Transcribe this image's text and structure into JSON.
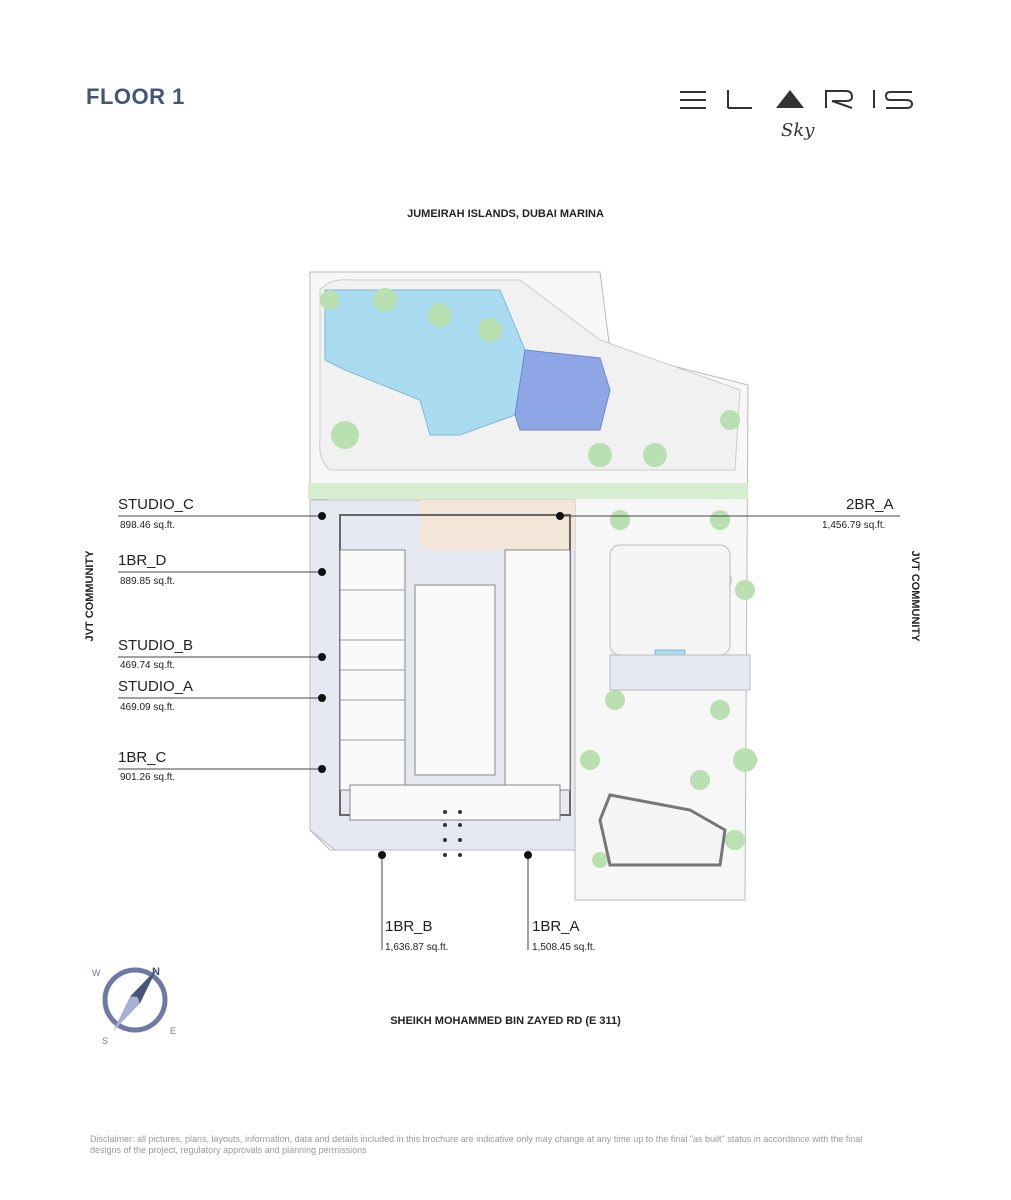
{
  "floor_title": "FLOOR 1",
  "logo": {
    "wordmark": "ELARIS",
    "tagline": "Sky"
  },
  "roads": {
    "top": "JUMEIRAH ISLANDS, DUBAI MARINA",
    "bottom": "SHEIKH MOHAMMED BIN ZAYED RD (E 311)",
    "left": "JVT COMMUNITY",
    "right": "JVT COMMUNITY"
  },
  "units": {
    "studio_c": {
      "name": "STUDIO_C",
      "area": "898.46 sq.ft."
    },
    "br1_d": {
      "name": "1BR_D",
      "area": "889.85 sq.ft."
    },
    "studio_b": {
      "name": "STUDIO_B",
      "area": "469.74 sq.ft."
    },
    "studio_a": {
      "name": "STUDIO_A",
      "area": "469.09 sq.ft."
    },
    "br1_c": {
      "name": "1BR_C",
      "area": "901.26 sq.ft."
    },
    "br2_a": {
      "name": "2BR_A",
      "area": "1,456.79 sq.ft."
    },
    "br1_b": {
      "name": "1BR_B",
      "area": "1,636.87 sq.ft."
    },
    "br1_a": {
      "name": "1BR_A",
      "area": "1,508.45 sq.ft."
    }
  },
  "compass": {
    "n": "N",
    "e": "E",
    "s": "S",
    "w": "W"
  },
  "disclaimer": "Disclaimer: all pictures, plans, layouts, information, data and details included in this brochure are indicative only may change at any time up to the final \"as built\" status in accordance with the final designs of the project, regulatory approvals and planning permissions",
  "colors": {
    "title": "#44557a",
    "pool": "#a9dcf0",
    "pool2": "#8fa6e6",
    "units_fill": "#e6e8f2",
    "unit_2br": "#f3e6d9",
    "greenery": "#b9e0b0"
  }
}
